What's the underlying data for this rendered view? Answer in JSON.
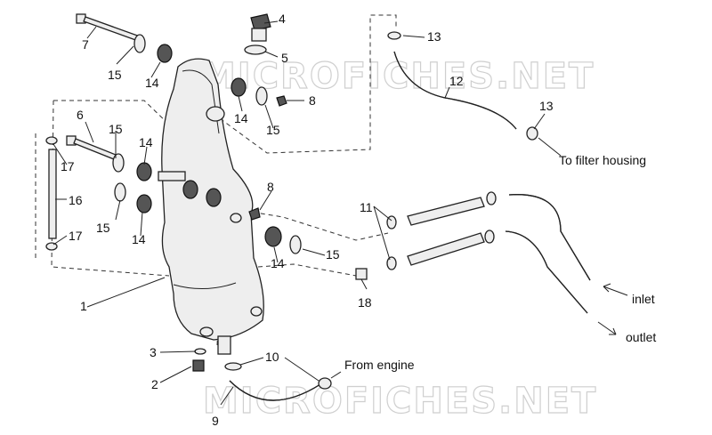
{
  "watermarks": [
    "MICROFICHES.NET",
    "MICROFICHES.NET"
  ],
  "labels": {
    "l1": "1",
    "l2": "2",
    "l3": "3",
    "l4": "4",
    "l5": "5",
    "l6": "6",
    "l7": "7",
    "l8a": "8",
    "l8b": "8",
    "l9": "9",
    "l10": "10",
    "l11": "11",
    "l12": "12",
    "l13a": "13",
    "l13b": "13",
    "l14a": "14",
    "l14b": "14",
    "l14c": "14",
    "l14d": "14",
    "l14e": "14",
    "l15a": "15",
    "l15b": "15",
    "l15c": "15",
    "l15d": "15",
    "l15e": "15",
    "l16": "16",
    "l17a": "17",
    "l17b": "17",
    "l18": "18"
  },
  "captions": {
    "filter": "To filter housing",
    "inlet": "inlet",
    "outlet": "outlet",
    "engine": "From engine"
  }
}
